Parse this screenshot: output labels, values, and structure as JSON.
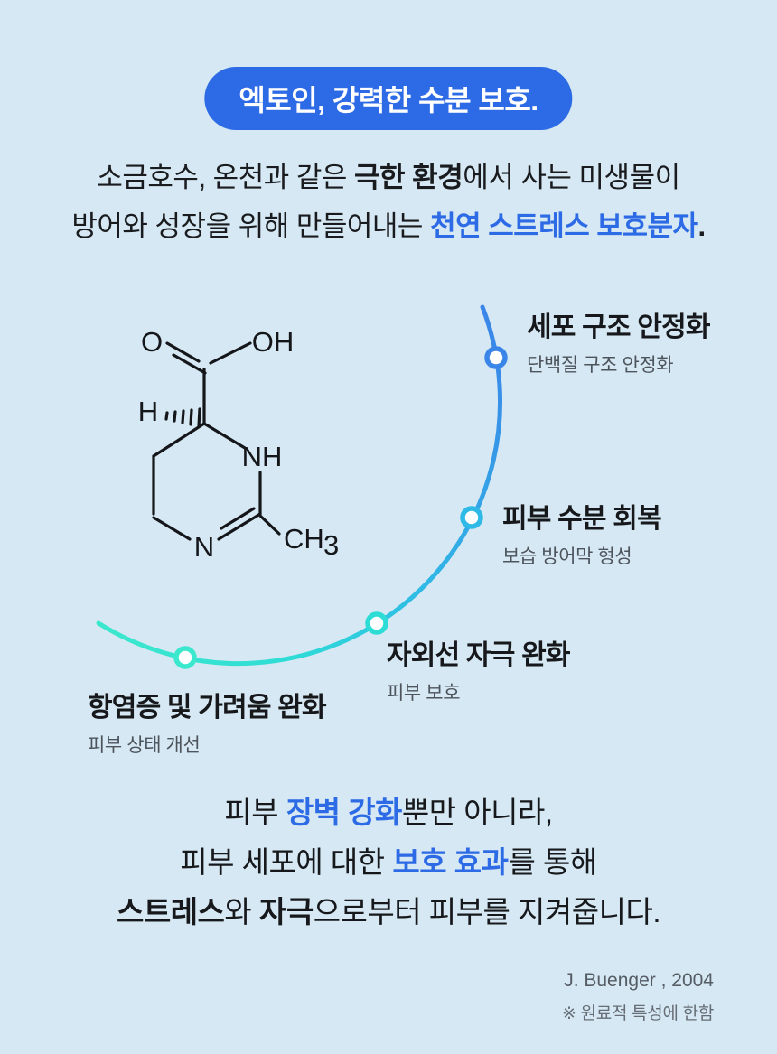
{
  "colors": {
    "background": "#d5e8f3",
    "badge_bg": "#2d6ae5",
    "accent_blue": "#2d6ae5",
    "text_dark": "#17181b",
    "text_muted": "#4d545c",
    "arc_color_1": "#3a86e8",
    "arc_color_2": "#2fb9e6",
    "arc_color_3": "#2edcd6",
    "arc_color_4": "#3be7cd"
  },
  "badge": {
    "label": "엑토인, 강력한 수분 보호."
  },
  "intro": {
    "line1_pre": "소금호수, 온천과 같은 ",
    "line1_bold": "극한 환경",
    "line1_post": "에서 사는 미생물이",
    "line2_pre": "방어와 성장을 위해 만들어내는 ",
    "line2_accent": "천연 스트레스 보호분자",
    "line2_end": "."
  },
  "molecule": {
    "label_o": "O",
    "label_oh": "OH",
    "label_h": "H",
    "label_nh": "NH",
    "label_n": "N",
    "label_ch": "CH",
    "label_ch_sub": "3"
  },
  "features": [
    {
      "title": "세포 구조 안정화",
      "subtitle": "단백질 구조 안정화"
    },
    {
      "title": "피부 수분 회복",
      "subtitle": "보습 방어막 형성"
    },
    {
      "title": "자외선 자극 완화",
      "subtitle": "피부 보호"
    },
    {
      "title": "항염증 및 가려움 완화",
      "subtitle": "피부 상태 개선"
    }
  ],
  "outro": {
    "line1_pre": "피부 ",
    "line1_accent": "장벽 강화",
    "line1_post": "뿐만 아니라,",
    "line2_pre": "피부 세포에 대한 ",
    "line2_accent": "보호 효과",
    "line2_post": "를 통해",
    "line3_bold1": "스트레스",
    "line3_mid": "와 ",
    "line3_bold2": "자극",
    "line3_post": "으로부터 피부를 지켜줍니다."
  },
  "footer": {
    "citation": "J. Buenger , 2004",
    "note": "※ 원료적 특성에 한함"
  }
}
